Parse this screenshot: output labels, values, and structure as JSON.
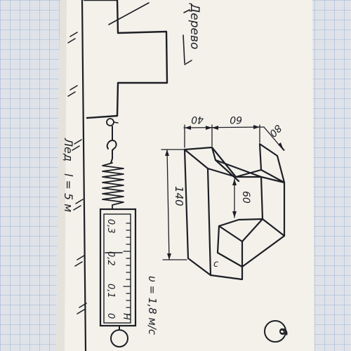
{
  "labels": {
    "material_top": "Дерево",
    "material_bottom": "Лед",
    "length": "l = 5 м",
    "velocity": "υ = 1,8 м/с",
    "dim_width_left": "40",
    "dim_width_mid": "60",
    "dim_depth": "80",
    "dim_height": "140",
    "dim_step": "60",
    "face_mark": "c",
    "scale_h": "H",
    "scale_01": "0,1",
    "scale_02": "0,2",
    "scale_03": "0,3",
    "variant": "6"
  },
  "colors": {
    "paper": "#f3f1ea",
    "grid_bg": "#d9dde3",
    "grid_line": "#7d9bc8",
    "ink": "#1d1f26"
  }
}
